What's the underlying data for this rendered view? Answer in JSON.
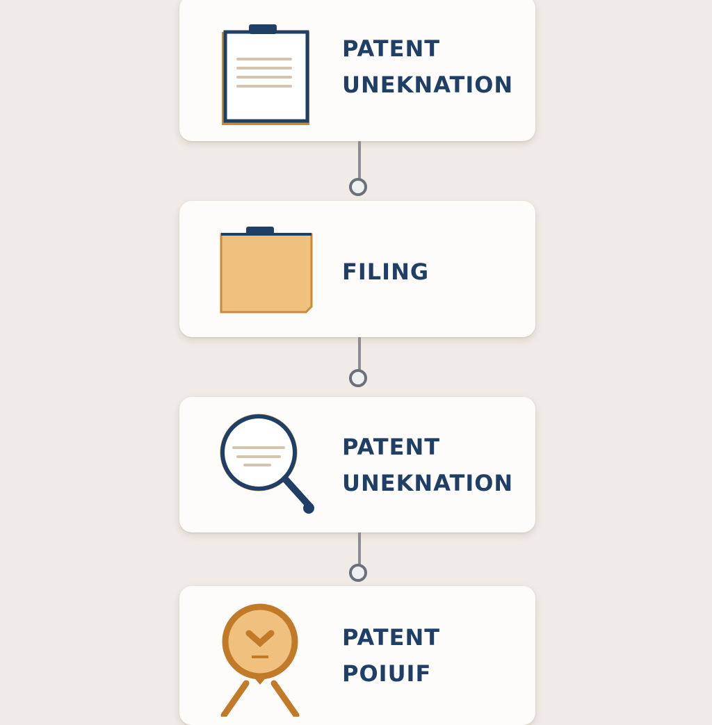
{
  "steps": [
    {
      "line1": "PATENT",
      "line2": "UNEKNATION",
      "icon": "clipboard-icon"
    },
    {
      "line1": "FILING",
      "icon": "folder-icon"
    },
    {
      "line1": "PATENT",
      "line2": "UNEKNATION",
      "icon": "magnifier-icon"
    },
    {
      "line1": "PATENT",
      "line2": "POIUIF",
      "icon": "person-icon"
    }
  ],
  "colors": {
    "navy": "#1f3f66",
    "orange": "#c98a3a",
    "folder": "#f0c07e",
    "background": "#f0ebe6"
  }
}
